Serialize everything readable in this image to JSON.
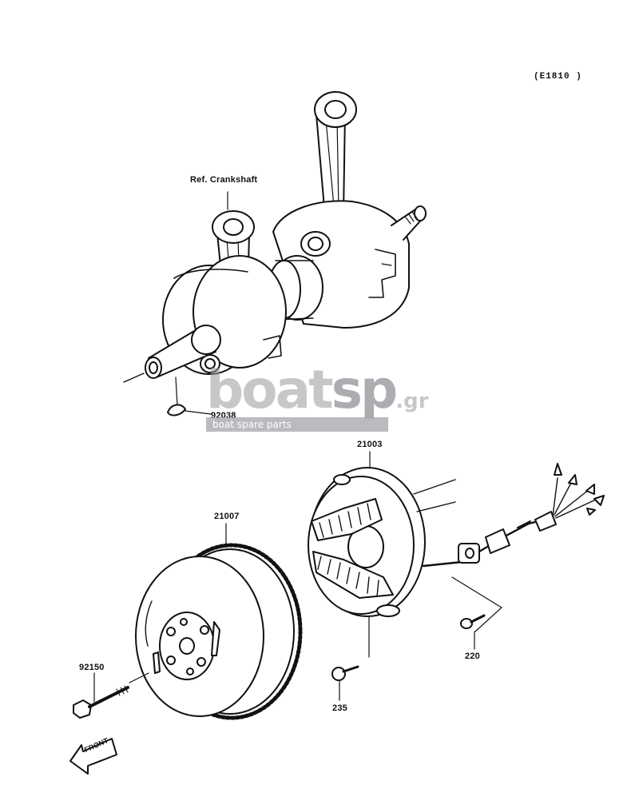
{
  "diagram_code": "(E1810 )",
  "labels": {
    "ref_crankshaft": "Ref. Crankshaft",
    "part_92038": "92038",
    "part_21003": "21003",
    "part_21007": "21007",
    "part_92150": "92150",
    "part_220": "220",
    "part_235": "235"
  },
  "front_arrow": "FRONT",
  "watermark": {
    "brand_a": "boat",
    "brand_b": "sp",
    "brand_c": ".gr",
    "tagline": "boat spare parts"
  }
}
